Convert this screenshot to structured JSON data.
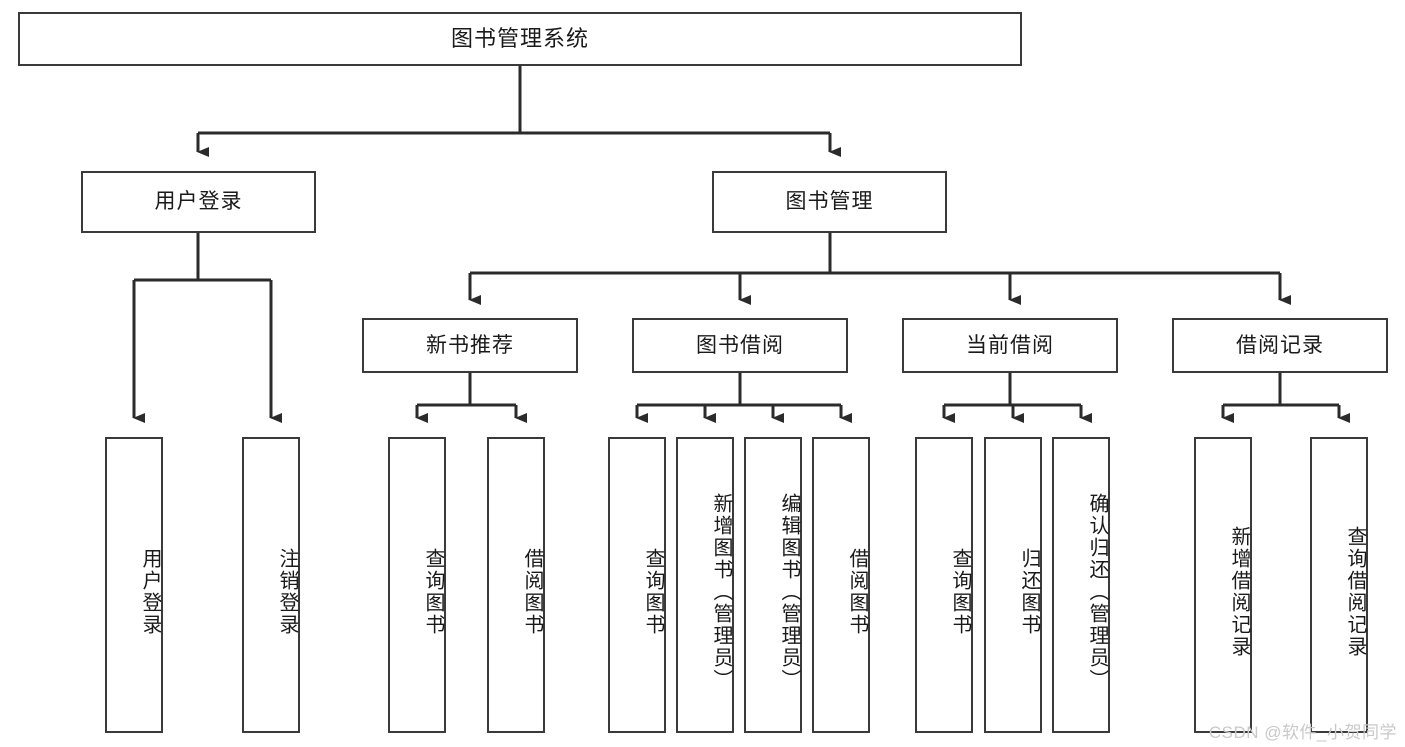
{
  "diagram": {
    "title": "图书管理系统",
    "type": "tree-hierarchy",
    "colors": {
      "node_border": "#3a3a3a",
      "node_fill": "#ffffff",
      "connector": "#2b2b2b",
      "text": "#1a1a1a",
      "watermark": "#c9c9c9",
      "background": "#ffffff"
    },
    "nodes": {
      "root": {
        "label": "图书管理系统",
        "level": 0,
        "orientation": "horizontal"
      },
      "level1": [
        {
          "id": "user-login",
          "label": "用户登录",
          "orientation": "horizontal"
        },
        {
          "id": "book-manage",
          "label": "图书管理",
          "orientation": "horizontal"
        }
      ],
      "level2": [
        {
          "id": "new-book-recommend",
          "label": "新书推荐",
          "orientation": "horizontal"
        },
        {
          "id": "book-borrow",
          "label": "图书借阅",
          "orientation": "horizontal"
        },
        {
          "id": "current-borrow",
          "label": "当前借阅",
          "orientation": "horizontal"
        },
        {
          "id": "borrow-record",
          "label": "借阅记录",
          "orientation": "horizontal"
        }
      ],
      "leaves": [
        {
          "id": "leaf-user-login",
          "label": "用户登录",
          "parent": "user-login",
          "orientation": "vertical"
        },
        {
          "id": "leaf-logout-login",
          "label": "注销登录",
          "parent": "user-login",
          "orientation": "vertical"
        },
        {
          "id": "leaf-query-book-1",
          "label": "查询图书",
          "parent": "new-book-recommend",
          "orientation": "vertical"
        },
        {
          "id": "leaf-borrow-book-1",
          "label": "借阅图书",
          "parent": "new-book-recommend",
          "orientation": "vertical"
        },
        {
          "id": "leaf-query-book-2",
          "label": "查询图书",
          "parent": "book-borrow",
          "orientation": "vertical"
        },
        {
          "id": "leaf-add-book",
          "label": "新增图书（管理员）",
          "parent": "book-borrow",
          "orientation": "vertical"
        },
        {
          "id": "leaf-edit-book",
          "label": "编辑图书（管理员）",
          "parent": "book-borrow",
          "orientation": "vertical"
        },
        {
          "id": "leaf-borrow-book-2",
          "label": "借阅图书",
          "parent": "book-borrow",
          "orientation": "vertical"
        },
        {
          "id": "leaf-query-book-3",
          "label": "查询图书",
          "parent": "current-borrow",
          "orientation": "vertical"
        },
        {
          "id": "leaf-return-book",
          "label": "归还图书",
          "parent": "current-borrow",
          "orientation": "vertical"
        },
        {
          "id": "leaf-confirm-return",
          "label": "确认归还（管理员）",
          "parent": "current-borrow",
          "orientation": "vertical"
        },
        {
          "id": "leaf-add-record",
          "label": "新增借阅记录",
          "parent": "borrow-record",
          "orientation": "vertical"
        },
        {
          "id": "leaf-query-record",
          "label": "查询借阅记录",
          "parent": "borrow-record",
          "orientation": "vertical"
        }
      ]
    }
  },
  "watermark": {
    "text": "CSDN @软件_小贺同学"
  }
}
